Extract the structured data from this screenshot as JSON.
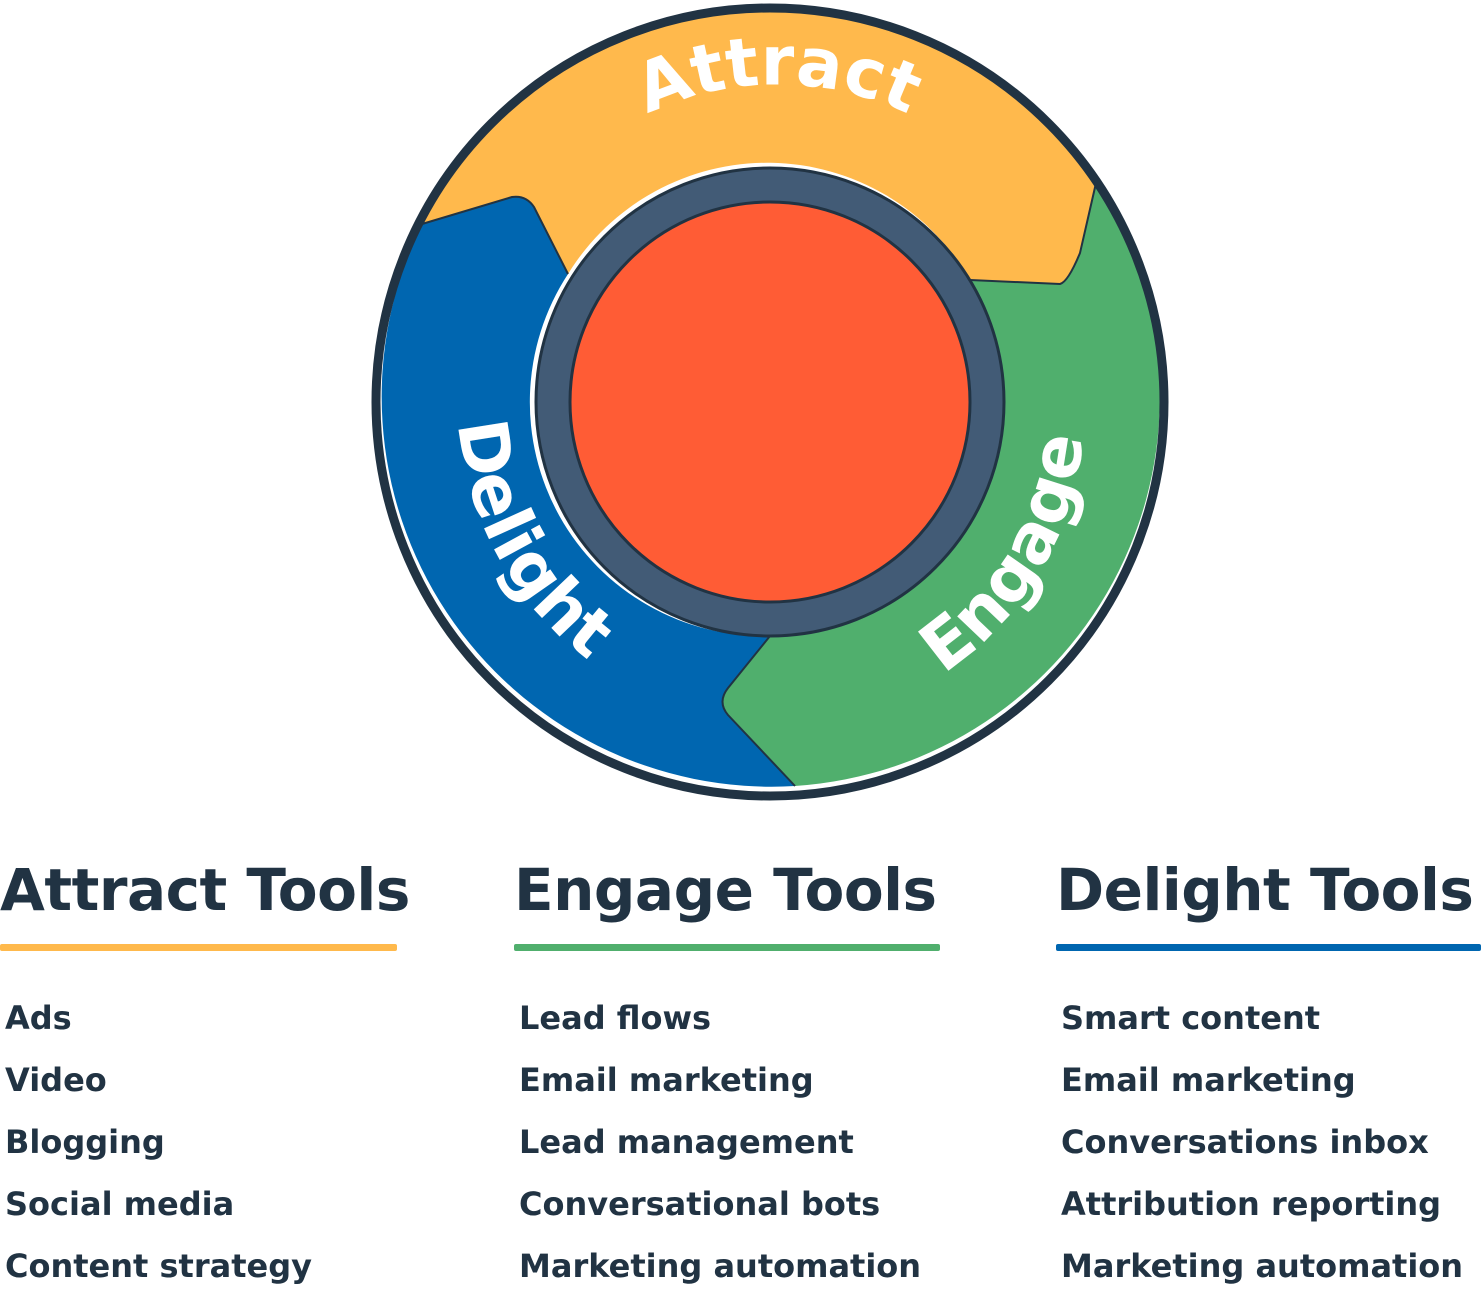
{
  "flywheel": {
    "center_label": "",
    "stages": [
      {
        "label": "Attract",
        "color": "#FFB94C"
      },
      {
        "label": "Engage",
        "color": "#50AF6D"
      },
      {
        "label": "Delight",
        "color": "#0066B0"
      }
    ],
    "hub_color": "#FF5C35",
    "ring_color": "#425B76",
    "outline_color": "#213343"
  },
  "columns": [
    {
      "title": "Attract Tools",
      "accent": "#FFB94C",
      "items": [
        "Ads",
        "Video",
        "Blogging",
        "Social media",
        "Content strategy"
      ]
    },
    {
      "title": "Engage Tools",
      "accent": "#50AF6D",
      "items": [
        "Lead flows",
        "Email marketing",
        "Lead management",
        "Conversational bots",
        "Marketing automation"
      ]
    },
    {
      "title": "Delight Tools",
      "accent": "#0066B0",
      "items": [
        "Smart content",
        "Email marketing",
        "Conversations inbox",
        "Attribution reporting",
        "Marketing automation"
      ]
    }
  ]
}
